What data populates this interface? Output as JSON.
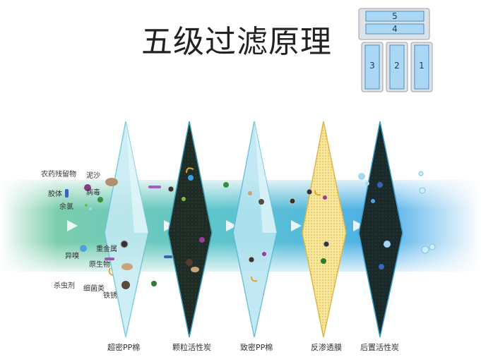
{
  "title": "五级过滤原理",
  "module_diagram": {
    "top_modules": [
      "5",
      "4"
    ],
    "bottom_modules": [
      "3",
      "2",
      "1"
    ]
  },
  "contaminants_top": [
    "农药残留物",
    "泥沙",
    "胶体",
    "病毒",
    "余氯"
  ],
  "contaminants_bottom": [
    "异嗅",
    "重金属",
    "原生物",
    "杀虫剂",
    "细菌类",
    "铁锈"
  ],
  "stages": [
    "超密PP棉",
    "颗粒活性炭",
    "致密PP棉",
    "反渗透膜",
    "后置活性炭"
  ],
  "colors": {
    "water_start": "#5fbf9a",
    "water_end": "#2f9be0",
    "pp_cotton": "#bfe9f2",
    "carbon": "#1e2a24",
    "ro_membrane": "#f6e08a",
    "module_fill": "#a9d7f4"
  }
}
